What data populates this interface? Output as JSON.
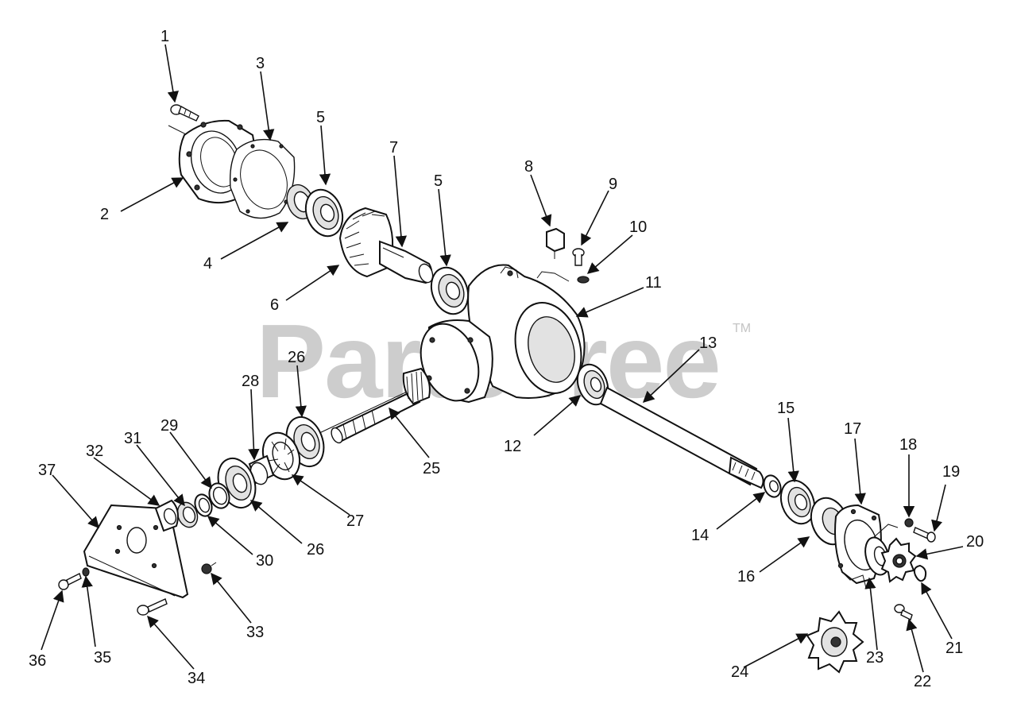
{
  "watermark": {
    "text": "PartsTree",
    "trademark": "TM"
  },
  "callouts": [
    {
      "n": "1"
    },
    {
      "n": "2"
    },
    {
      "n": "3"
    },
    {
      "n": "4"
    },
    {
      "n": "5"
    },
    {
      "n": "5"
    },
    {
      "n": "6"
    },
    {
      "n": "7"
    },
    {
      "n": "8"
    },
    {
      "n": "9"
    },
    {
      "n": "10"
    },
    {
      "n": "11"
    },
    {
      "n": "12"
    },
    {
      "n": "13"
    },
    {
      "n": "14"
    },
    {
      "n": "15"
    },
    {
      "n": "16"
    },
    {
      "n": "17"
    },
    {
      "n": "18"
    },
    {
      "n": "19"
    },
    {
      "n": "20"
    },
    {
      "n": "21"
    },
    {
      "n": "22"
    },
    {
      "n": "23"
    },
    {
      "n": "24"
    },
    {
      "n": "25"
    },
    {
      "n": "26"
    },
    {
      "n": "26"
    },
    {
      "n": "27"
    },
    {
      "n": "28"
    },
    {
      "n": "29"
    },
    {
      "n": "30"
    },
    {
      "n": "31"
    },
    {
      "n": "32"
    },
    {
      "n": "33"
    },
    {
      "n": "34"
    },
    {
      "n": "35"
    },
    {
      "n": "36"
    },
    {
      "n": "37"
    }
  ]
}
